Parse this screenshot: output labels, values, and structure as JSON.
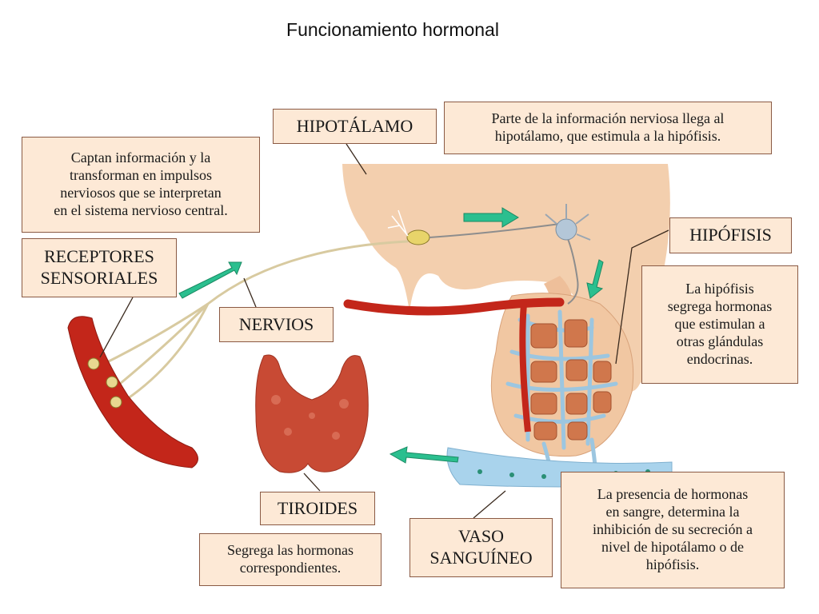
{
  "title": "Funcionamiento hormonal",
  "labels": {
    "hipotalamo": "HIPOTÁLAMO",
    "receptores_line1": "RECEPTORES",
    "receptores_line2": "SENSORIALES",
    "nervios": "NERVIOS",
    "hipofisis": "HIPÓFISIS",
    "tiroides": "TIROIDES",
    "vaso_line1": "VASO",
    "vaso_line2": "SANGUÍNEO"
  },
  "notes": {
    "hipotalamo": [
      "Parte de la información nerviosa llega al",
      "hipotálamo, que estimula a la hipófisis."
    ],
    "receptores": [
      "Captan información y la",
      "transforman en impulsos",
      "nerviosos que se interpretan",
      "en el sistema nervioso central."
    ],
    "hipofisis": [
      "La hipófisis",
      "segrega hormonas",
      "que estimulan a",
      "otras glándulas",
      "endocrinas."
    ],
    "tiroides": [
      "Segrega las hormonas",
      "correspondientes."
    ],
    "vaso": [
      "La presencia de hormonas",
      "en sangre, determina la",
      "inhibición de su secreción a",
      "nivel de hipotálamo o de",
      "hipófisis."
    ]
  },
  "colors": {
    "box_fill": "#fde9d6",
    "box_border": "#8a5a44",
    "arrow": "#2bbf8f",
    "brain": "#f3cfae",
    "blood": "#c3261a",
    "vessel": "#a9d3ec"
  }
}
